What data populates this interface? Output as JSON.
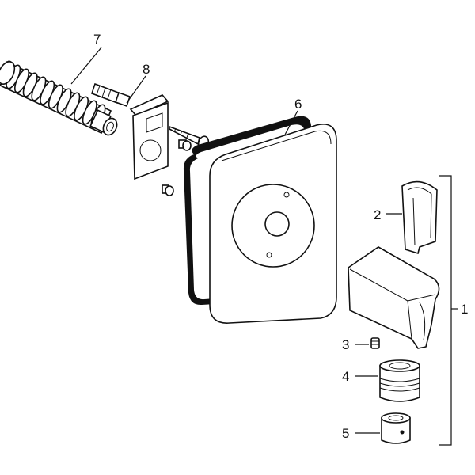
{
  "diagram": {
    "callouts": [
      {
        "id": "7",
        "label": "7"
      },
      {
        "id": "8",
        "label": "8"
      },
      {
        "id": "6",
        "label": "6"
      },
      {
        "id": "2",
        "label": "2"
      },
      {
        "id": "1",
        "label": "1"
      },
      {
        "id": "3",
        "label": "3"
      },
      {
        "id": "4",
        "label": "4"
      },
      {
        "id": "5",
        "label": "5"
      }
    ],
    "colors": {
      "line": "#111111",
      "background": "#ffffff",
      "gasket": "#111111"
    }
  }
}
